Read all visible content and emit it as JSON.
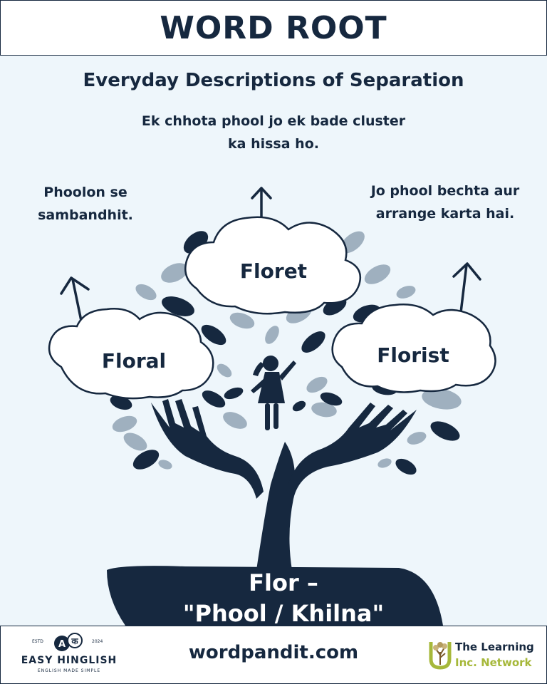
{
  "header": {
    "title": "WORD ROOT"
  },
  "subtitle": "Everyday Descriptions of Separation",
  "descriptions": {
    "top": "Ek chhota phool jo ek bade cluster ka hissa ho.",
    "left": "Phoolon se sambandhit.",
    "right": "Jo phool bechta aur arrange karta hai."
  },
  "words": {
    "center": "Floret",
    "left": "Floral",
    "right": "Florist"
  },
  "root": {
    "line1": "Flor –",
    "line2": "\"Phool / Khilna\""
  },
  "footer": {
    "url": "wordpandit.com",
    "easy_hinglish": {
      "name": "EASY HINGLISH",
      "tagline": "ENGLISH MADE SIMPLE",
      "est": "ESTD",
      "year": "2024",
      "badge_a": "A",
      "badge_k": "क"
    },
    "learning": {
      "line1": "The Learning",
      "line2": "Inc. Network"
    }
  },
  "colors": {
    "navy": "#16283f",
    "background": "#eef6fb",
    "leaf_gray": "#9fb0bf",
    "accent_green": "#a6b83a"
  }
}
